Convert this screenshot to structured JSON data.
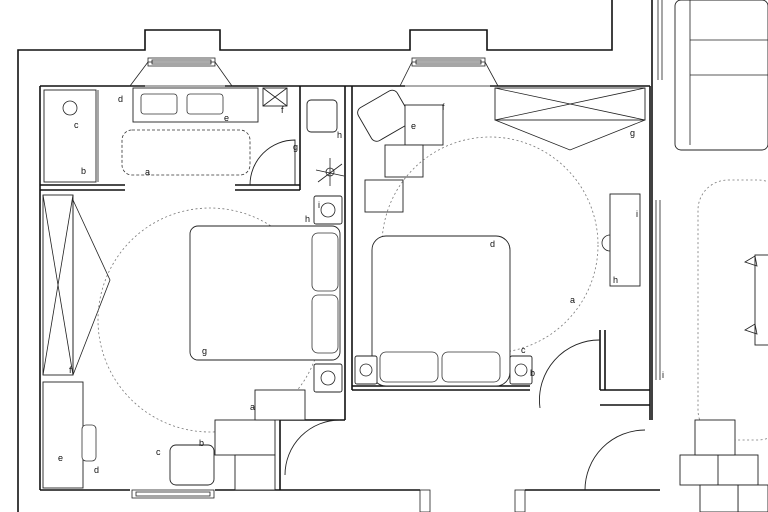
{
  "labels": {
    "bath": {
      "a": "a",
      "b": "b",
      "c": "c",
      "d": "d",
      "e": "e",
      "f": "f",
      "g": "g",
      "h": "h"
    },
    "bedroom_left": {
      "a": "a",
      "b": "b",
      "c": "c",
      "d": "d",
      "e": "e",
      "f": "f",
      "g": "g",
      "h": "h",
      "i": "i"
    },
    "bedroom_right": {
      "a": "a",
      "b": "b",
      "c": "c",
      "d": "d",
      "e": "e",
      "f": "f",
      "g": "g",
      "h": "h",
      "i": "i"
    },
    "living": {
      "i": "i"
    }
  }
}
